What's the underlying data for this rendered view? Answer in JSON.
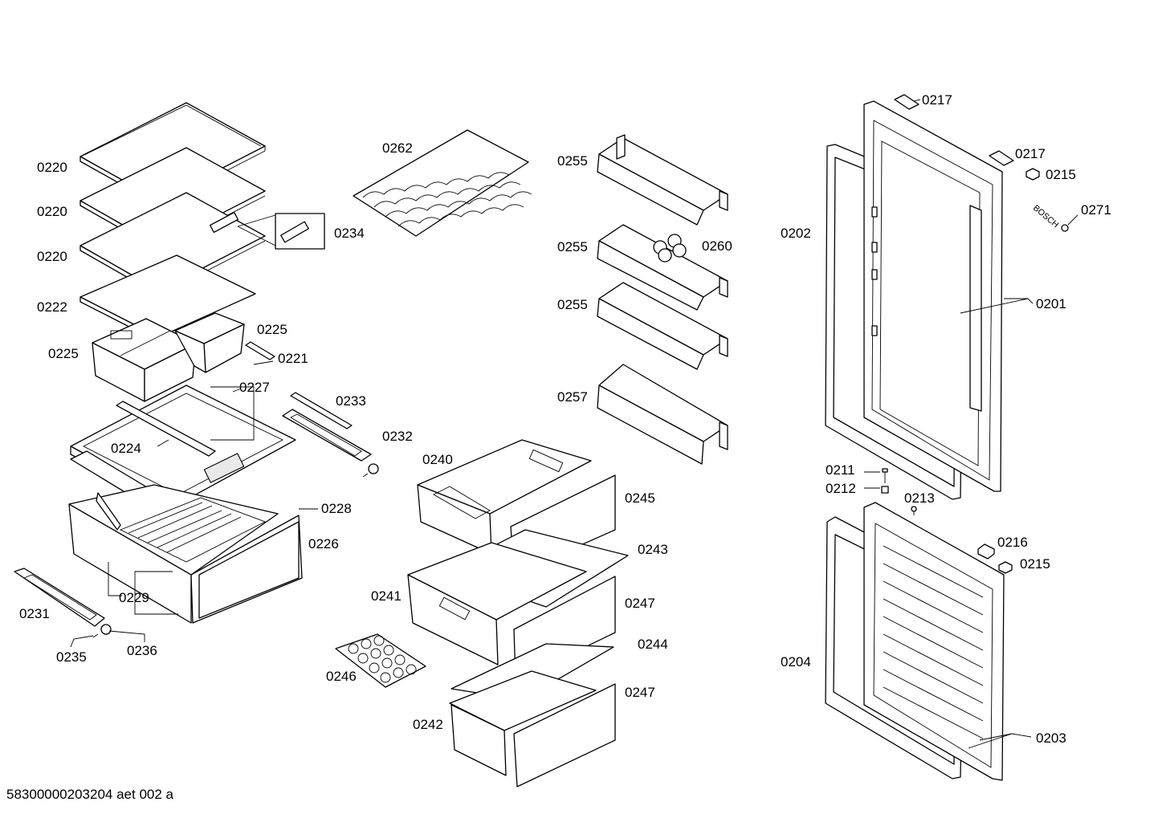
{
  "document": {
    "code": "58300000203204 aet 002 a"
  },
  "brand_mark": "BOSCH",
  "labels": {
    "l0220a": "0220",
    "l0220b": "0220",
    "l0220c": "0220",
    "l0222": "0222",
    "l0234": "0234",
    "l0225a": "0225",
    "l0225b": "0225",
    "l0221": "0221",
    "l0227": "0227",
    "l0224": "0224",
    "l0233": "0233",
    "l0232": "0232",
    "l0228": "0228",
    "l0226": "0226",
    "l0229": "0229",
    "l0231": "0231",
    "l0235": "0235",
    "l0236": "0236",
    "l0262": "0262",
    "l0240": "0240",
    "l0245": "0245",
    "l0243": "0243",
    "l0241": "0241",
    "l0247a": "0247",
    "l0244": "0244",
    "l0246": "0246",
    "l0242": "0242",
    "l0247b": "0247",
    "l0255a": "0255",
    "l0255b": "0255",
    "l0255c": "0255",
    "l0260": "0260",
    "l0257": "0257",
    "l0217a": "0217",
    "l0217b": "0217",
    "l0215a": "0215",
    "l0271": "0271",
    "l0202": "0202",
    "l0201": "0201",
    "l0211": "0211",
    "l0212": "0212",
    "l0213": "0213",
    "l0216": "0216",
    "l0215b": "0215",
    "l0204": "0204",
    "l0203": "0203"
  }
}
